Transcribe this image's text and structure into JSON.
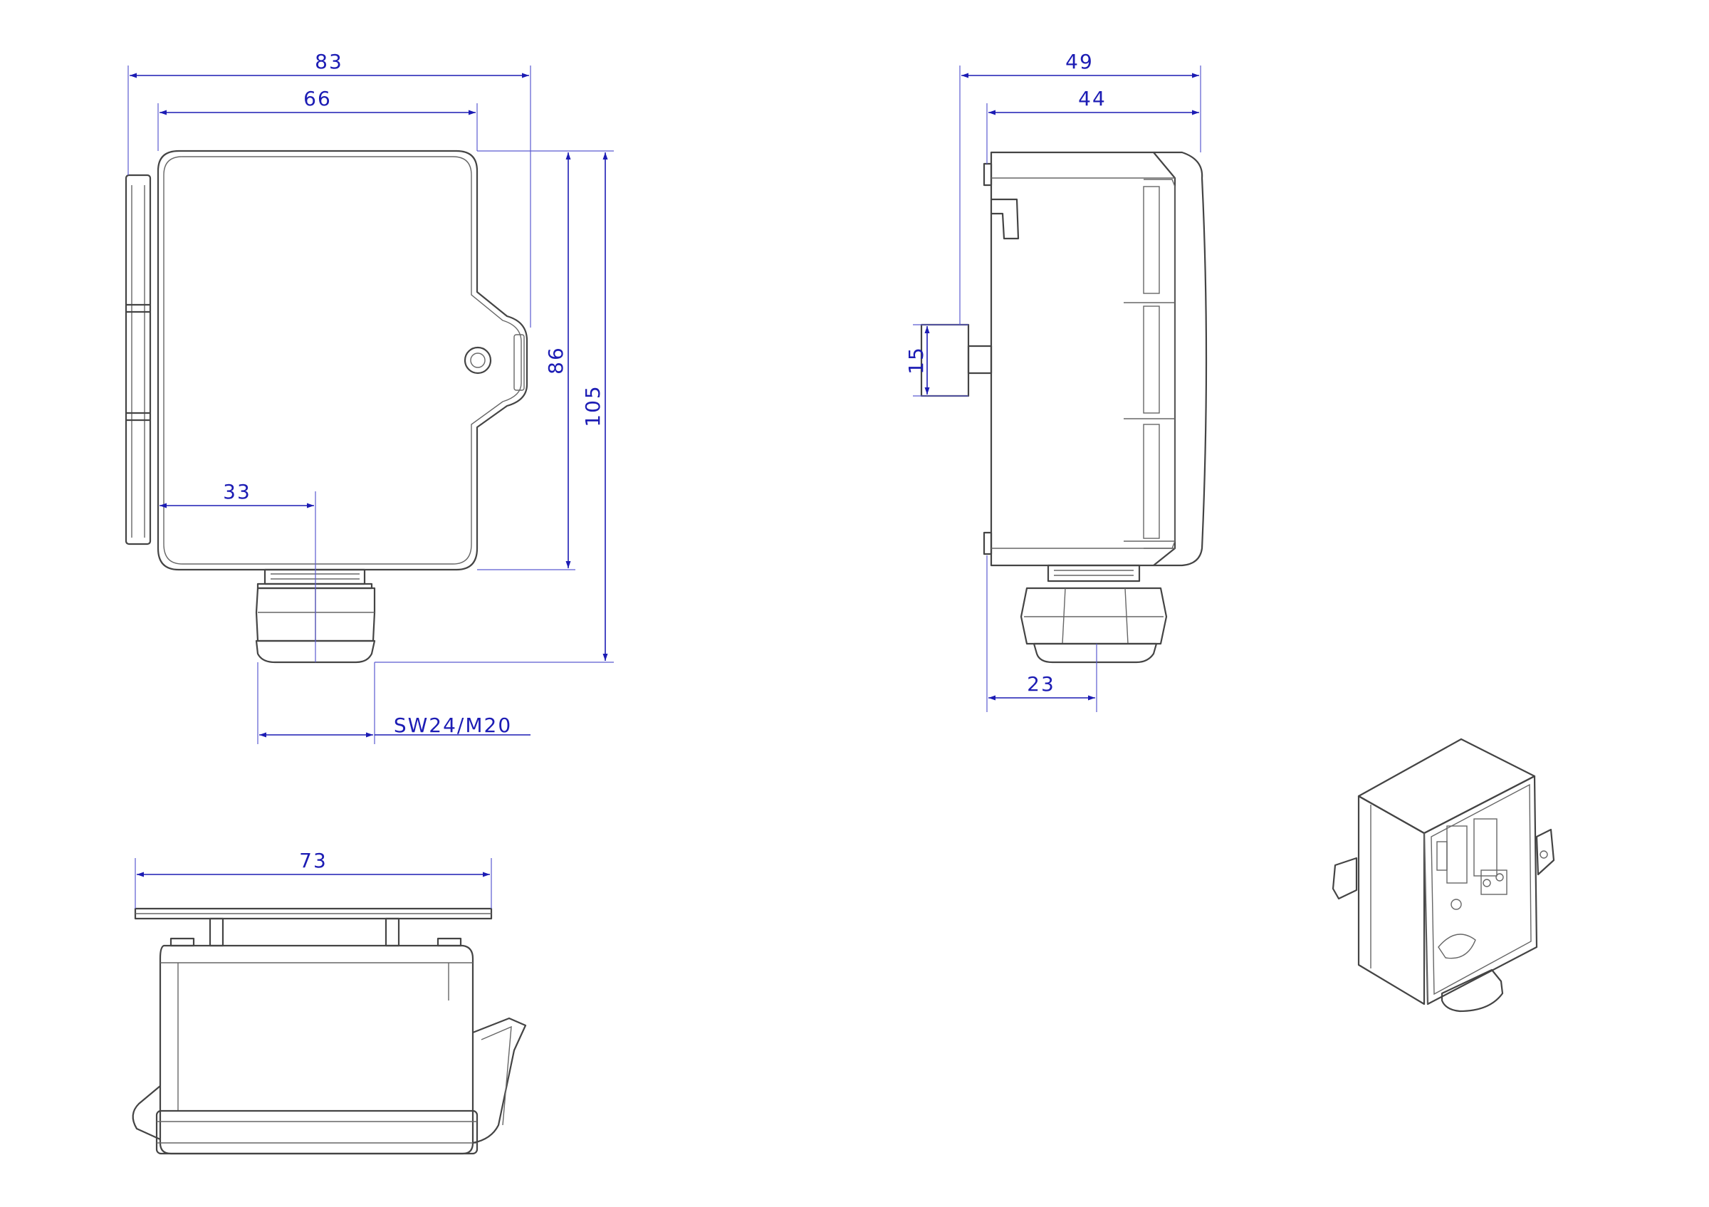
{
  "colors": {
    "dimension": "#1c1cb4",
    "outline": "#444444",
    "background": "#ffffff"
  },
  "dimensions": {
    "front_width_overall": "83",
    "front_width_body": "66",
    "front_height_body": "86",
    "front_height_overall": "105",
    "gland_center_offset": "33",
    "gland_spec": "SW24/M20",
    "side_depth_overall": "49",
    "side_depth_body": "44",
    "side_tab_height": "15",
    "side_gland_offset": "23",
    "top_width": "73"
  },
  "views": [
    "front-view",
    "side-view",
    "top-view",
    "isometric-view"
  ]
}
